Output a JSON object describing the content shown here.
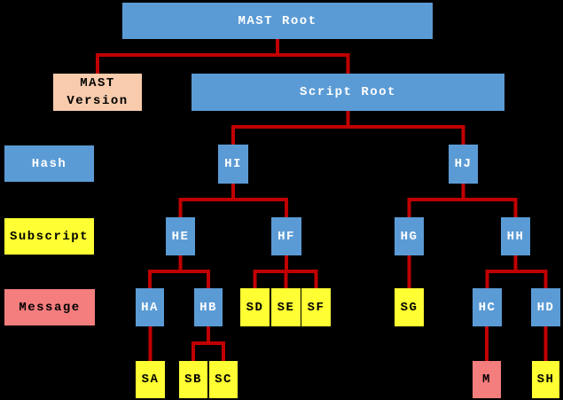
{
  "diagram": {
    "title": "MAST tree diagram",
    "background": "#000000",
    "line_color": "#C00000",
    "roles": {
      "hash": {
        "fill": "#5B9BD5",
        "text": "#FFFFFF"
      },
      "subscript": {
        "fill": "#FFFF33",
        "text": "#000000"
      },
      "message": {
        "fill": "#F47D7D",
        "text": "#000000"
      },
      "version": {
        "fill": "#F8CBAD",
        "text": "#000000"
      }
    },
    "legend": [
      {
        "label": "Hash",
        "role": "hash"
      },
      {
        "label": "Subscript",
        "role": "subscript"
      },
      {
        "label": "Message",
        "role": "message"
      }
    ],
    "nodes": [
      {
        "id": "mast_root",
        "label": "MAST Root",
        "role": "hash"
      },
      {
        "id": "mast_version",
        "label": "MAST Version",
        "role": "version"
      },
      {
        "id": "script_root",
        "label": "Script Root",
        "role": "hash"
      },
      {
        "id": "legend_hash",
        "label": "Hash",
        "role": "hash"
      },
      {
        "id": "hi",
        "label": "HI",
        "role": "hash"
      },
      {
        "id": "hj",
        "label": "HJ",
        "role": "hash"
      },
      {
        "id": "legend_subscript",
        "label": "Subscript",
        "role": "subscript"
      },
      {
        "id": "he",
        "label": "HE",
        "role": "hash"
      },
      {
        "id": "hf",
        "label": "HF",
        "role": "hash"
      },
      {
        "id": "hg",
        "label": "HG",
        "role": "hash"
      },
      {
        "id": "hh",
        "label": "HH",
        "role": "hash"
      },
      {
        "id": "legend_message",
        "label": "Message",
        "role": "message"
      },
      {
        "id": "ha",
        "label": "HA",
        "role": "hash"
      },
      {
        "id": "hb",
        "label": "HB",
        "role": "hash"
      },
      {
        "id": "sd",
        "label": "SD",
        "role": "subscript"
      },
      {
        "id": "se",
        "label": "SE",
        "role": "subscript"
      },
      {
        "id": "sf",
        "label": "SF",
        "role": "subscript"
      },
      {
        "id": "sg",
        "label": "SG",
        "role": "subscript"
      },
      {
        "id": "hc",
        "label": "HC",
        "role": "hash"
      },
      {
        "id": "hd",
        "label": "HD",
        "role": "hash"
      },
      {
        "id": "sa",
        "label": "SA",
        "role": "subscript"
      },
      {
        "id": "sb",
        "label": "SB",
        "role": "subscript"
      },
      {
        "id": "sc",
        "label": "SC",
        "role": "subscript"
      },
      {
        "id": "m",
        "label": "M",
        "role": "message"
      },
      {
        "id": "sh",
        "label": "SH",
        "role": "subscript"
      }
    ],
    "edges": [
      {
        "from": "mast_root",
        "to": [
          "mast_version",
          "script_root"
        ]
      },
      {
        "from": "script_root",
        "to": [
          "hi",
          "hj"
        ]
      },
      {
        "from": "hi",
        "to": [
          "he",
          "hf"
        ]
      },
      {
        "from": "hj",
        "to": [
          "hg",
          "hh"
        ]
      },
      {
        "from": "he",
        "to": [
          "ha",
          "hb"
        ]
      },
      {
        "from": "hf",
        "to": [
          "sd",
          "se",
          "sf"
        ]
      },
      {
        "from": "hg",
        "to": [
          "sg"
        ]
      },
      {
        "from": "hh",
        "to": [
          "hc",
          "hd"
        ]
      },
      {
        "from": "ha",
        "to": [
          "sa"
        ]
      },
      {
        "from": "hb",
        "to": [
          "sb",
          "sc"
        ]
      },
      {
        "from": "hc",
        "to": [
          "m"
        ]
      },
      {
        "from": "hd",
        "to": [
          "sh"
        ]
      }
    ]
  }
}
